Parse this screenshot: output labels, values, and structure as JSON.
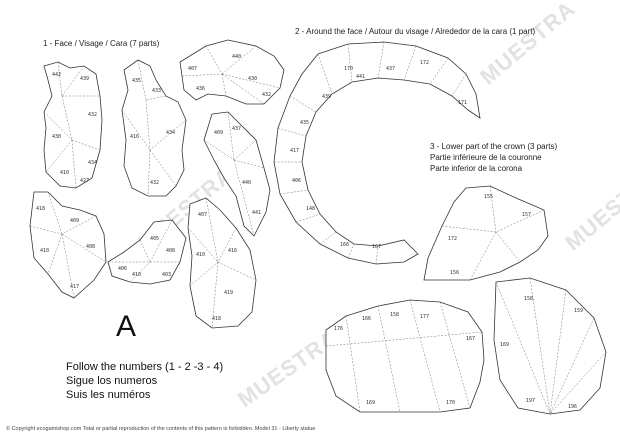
{
  "sections": {
    "face": "1 - Face / Visage / Cara (7 parts)",
    "around_face": "2 - Around the face / Autour du visage / Alrededor de la cara (1 part)",
    "lower_crown_en": "3 - Lower part of the crown (3 parts)",
    "lower_crown_fr": "Partie inférieure de la couronne",
    "lower_crown_es": "Parte inferior de la corona"
  },
  "sheet_letter": "A",
  "instructions": {
    "en": "Follow the numbers (1 - 2 -3 - 4)",
    "es": "Sigue los numeros",
    "fr": "Suis les numéros"
  },
  "footer": "© Copyright ecogamishop.com Total or partial reproduction of the contents of this pattern is forbidden. Model 31 - Liberty statue",
  "watermark": "MUESTRA",
  "piece_numbers": {
    "p1": [
      "442",
      "439",
      "432",
      "430",
      "434",
      "410",
      "427"
    ],
    "p2": [
      "435",
      "433",
      "416",
      "434",
      "432"
    ],
    "p3": [
      "407",
      "440",
      "436",
      "430",
      "432"
    ],
    "p4": [
      "409",
      "437",
      "440",
      "441"
    ],
    "p5": [
      "418",
      "409",
      "408",
      "410",
      "417"
    ],
    "p6": [
      "406",
      "405",
      "408",
      "410",
      "403"
    ],
    "p7": [
      "407",
      "410",
      "416",
      "419",
      "418"
    ],
    "around": [
      "170",
      "441",
      "437",
      "172",
      "439",
      "435",
      "417",
      "406",
      "148",
      "166",
      "167",
      "171"
    ],
    "crown1": [
      "155",
      "157",
      "156",
      "172"
    ],
    "crown2": [
      "176",
      "166",
      "158",
      "177",
      "169",
      "170",
      "167"
    ],
    "crown3": [
      "158",
      "159",
      "197",
      "196",
      "169"
    ]
  },
  "colors": {
    "outline": "#333333",
    "fold": "#777777",
    "watermark": "#e2e2e2"
  }
}
